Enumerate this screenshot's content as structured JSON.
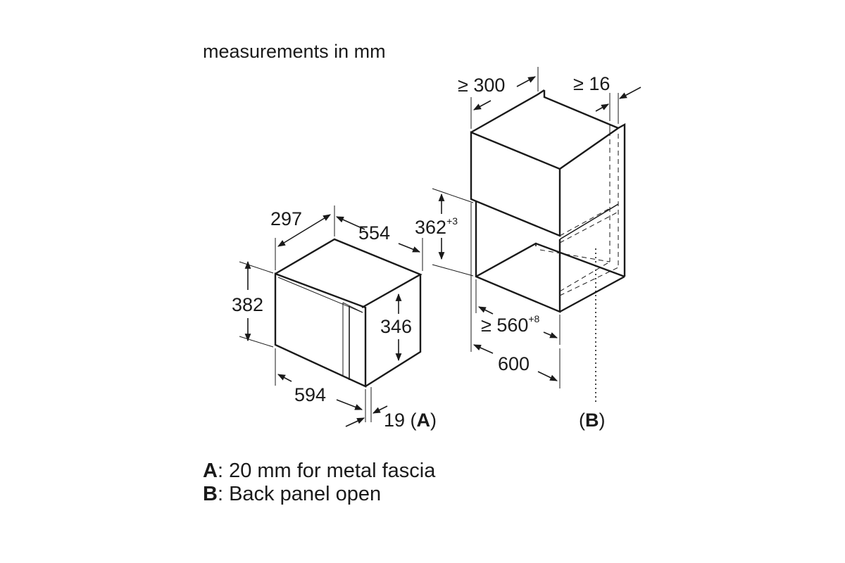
{
  "header": {
    "measurements": "measurements in mm"
  },
  "appliance": {
    "depth": "297",
    "width_top": "554",
    "height": "382",
    "inner_height": "346",
    "width": "594",
    "fascia": "19",
    "fascia_ref": "A"
  },
  "cabinet": {
    "min_depth": "≥ 300",
    "min_gap": "≥ 16",
    "niche_height": "362",
    "niche_height_tol": "+3",
    "niche_width": "≥ 560",
    "niche_width_tol": "+8",
    "cabinet_width": "600",
    "back_ref": "B"
  },
  "legend": {
    "a_key": "A",
    "a_text": ": 20 mm for metal fascia",
    "b_key": "B",
    "b_text": ": Back panel open"
  }
}
